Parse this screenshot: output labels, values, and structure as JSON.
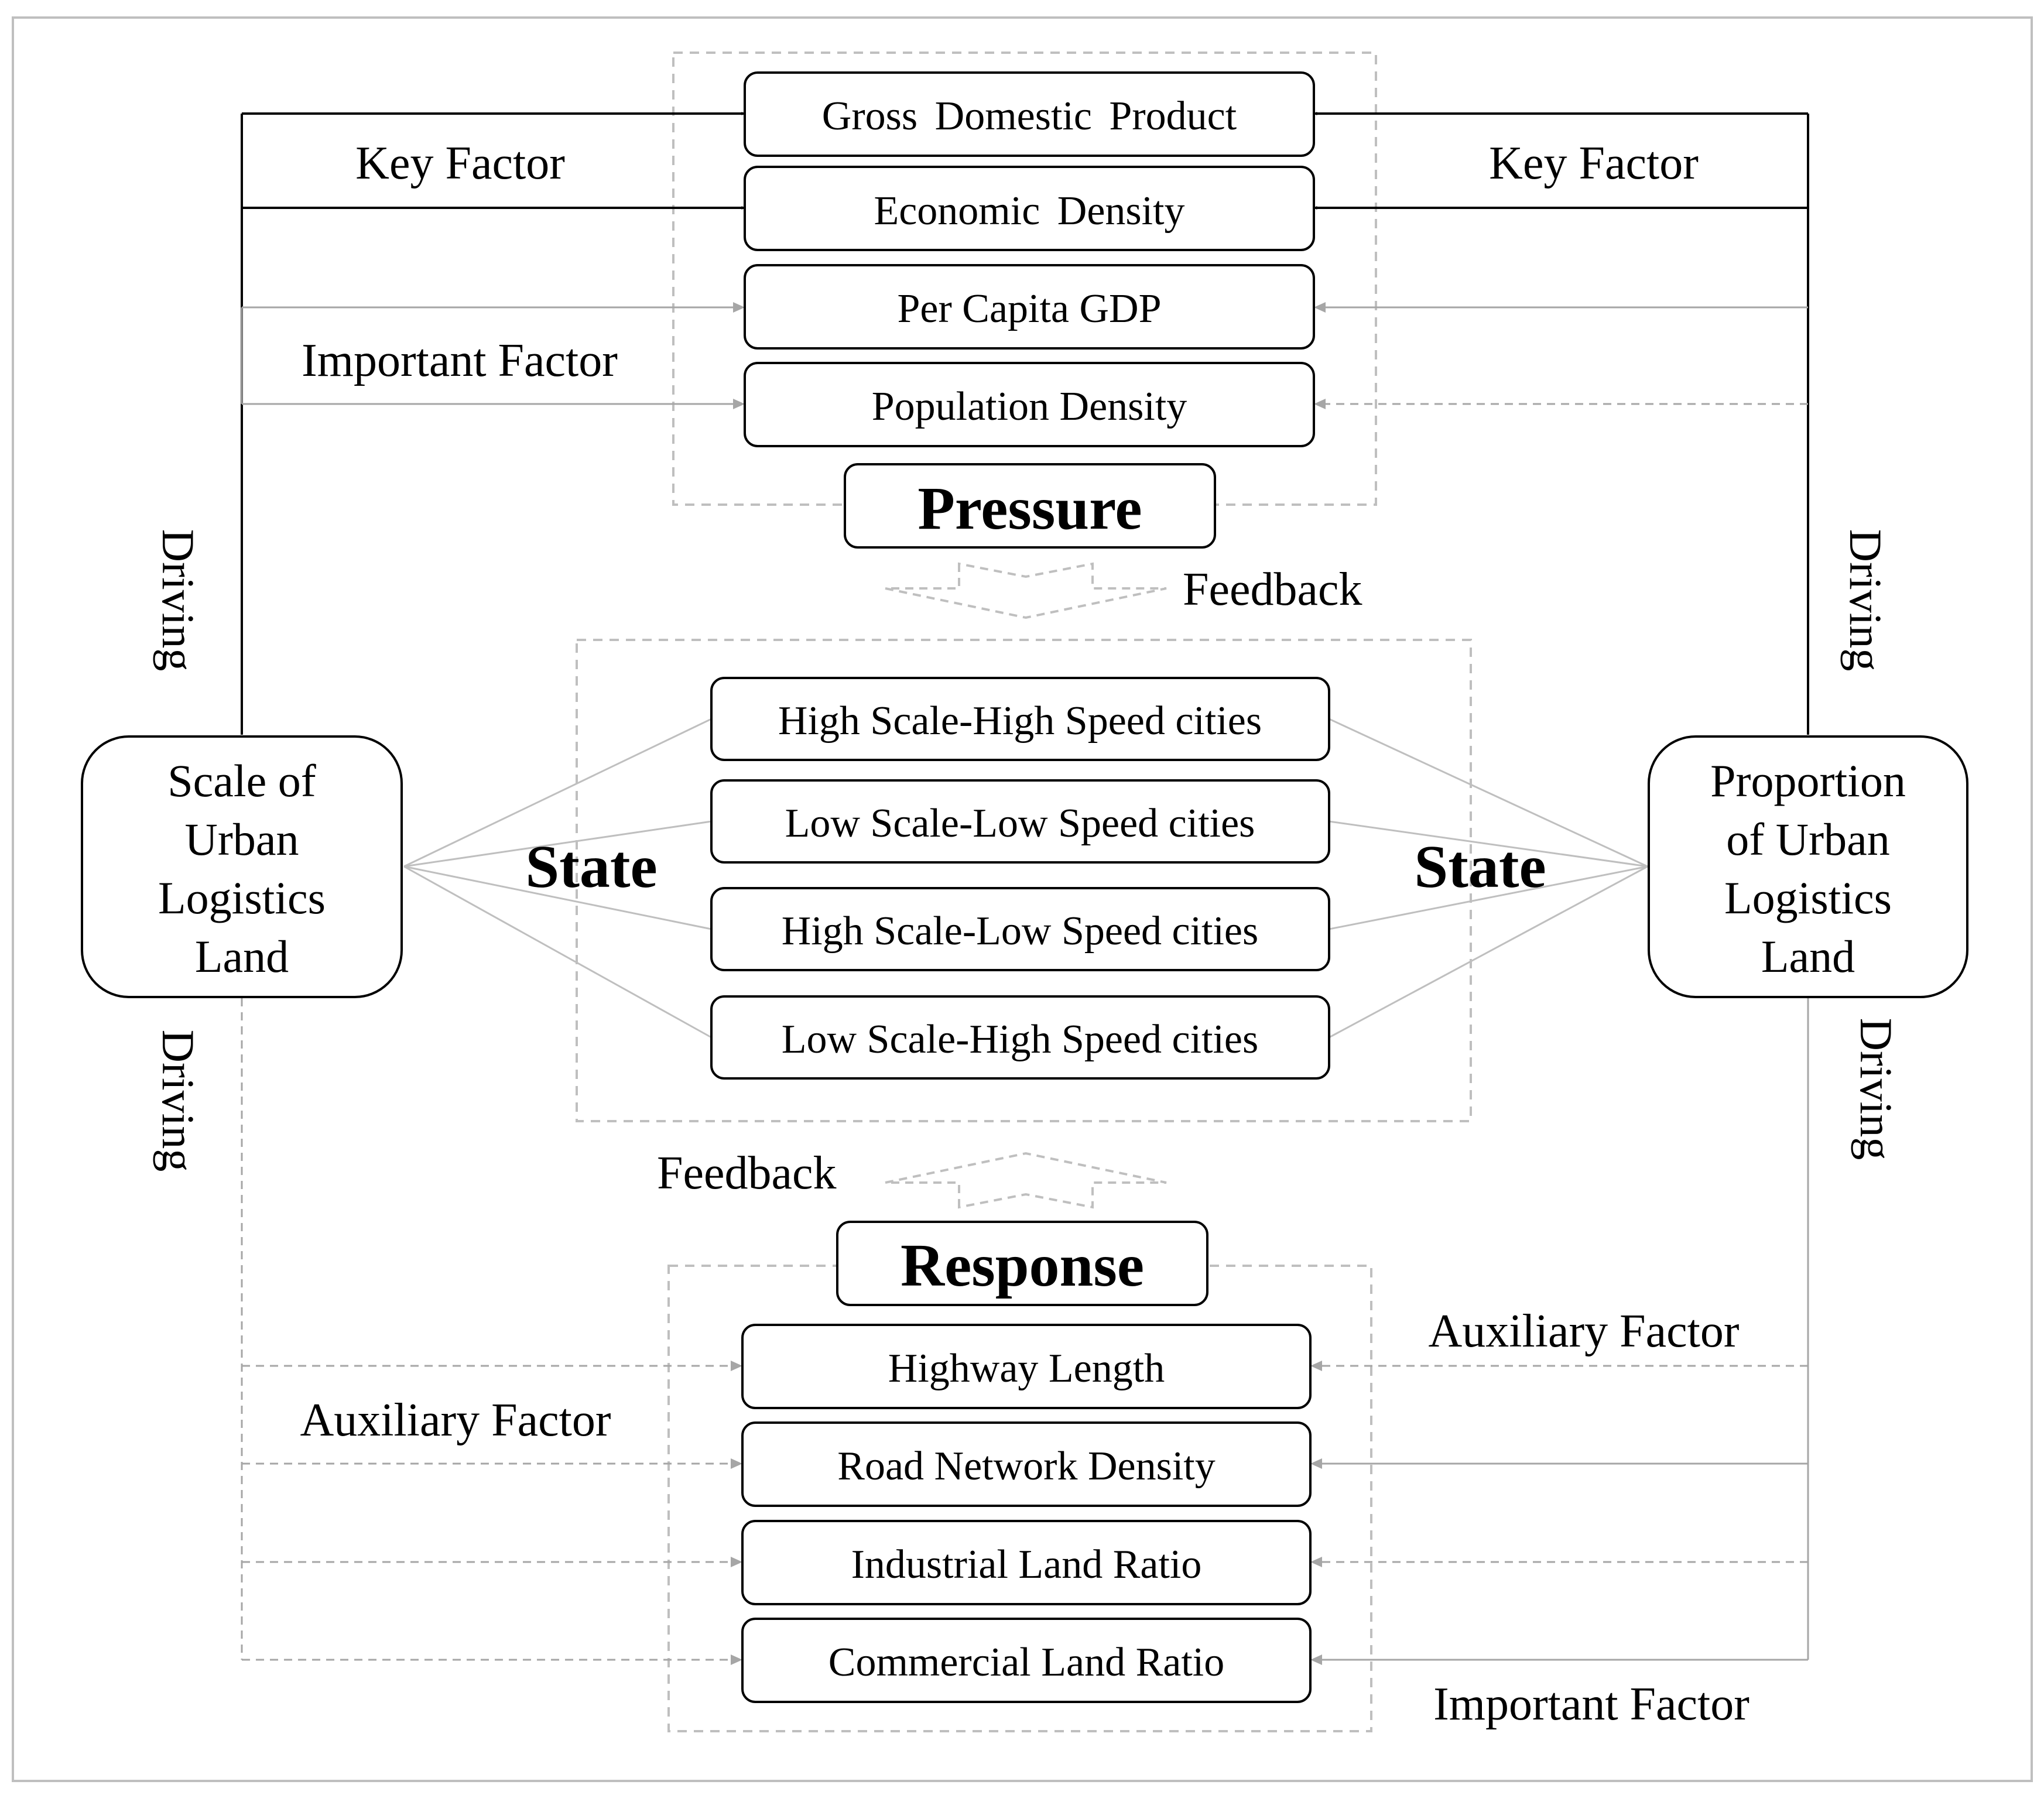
{
  "pressure": {
    "title": "Pressure",
    "items": [
      "Gross Domestic Product",
      "Economic Density",
      "Per Capita GDP",
      "Population Density"
    ]
  },
  "state": {
    "title_left": "State",
    "title_right": "State",
    "items": [
      "High Scale-High Speed cities",
      "Low Scale-Low Speed cities",
      "High Scale-Low Speed cities",
      "Low Scale-High Speed cities"
    ]
  },
  "response": {
    "title": "Response",
    "items": [
      "Highway Length",
      "Road Network Density",
      "Industrial Land Ratio",
      "Commercial Land Ratio"
    ]
  },
  "left_node": {
    "lines": [
      "Scale of",
      "Urban",
      "Logistics",
      "Land"
    ]
  },
  "right_node": {
    "lines": [
      "Proportion",
      "of Urban",
      "Logistics",
      "Land"
    ]
  },
  "labels": {
    "key_factor_left": "Key Factor",
    "key_factor_right": "Key Factor",
    "important_factor_left": "Important Factor",
    "important_factor_right": "Important Factor",
    "auxiliary_factor_left": "Auxiliary Factor",
    "auxiliary_factor_right": "Auxiliary Factor",
    "feedback_top": "Feedback",
    "feedback_bottom": "Feedback",
    "driving_left_top": "Driving",
    "driving_left_bottom": "Driving",
    "driving_right_top": "Driving",
    "driving_right_bottom": "Driving"
  },
  "colors": {
    "key_arrow": "#000000",
    "secondary_arrow": "#a6a6a6",
    "dashed_frame": "#bfbfbf",
    "outer_border": "#bfbfbf"
  }
}
